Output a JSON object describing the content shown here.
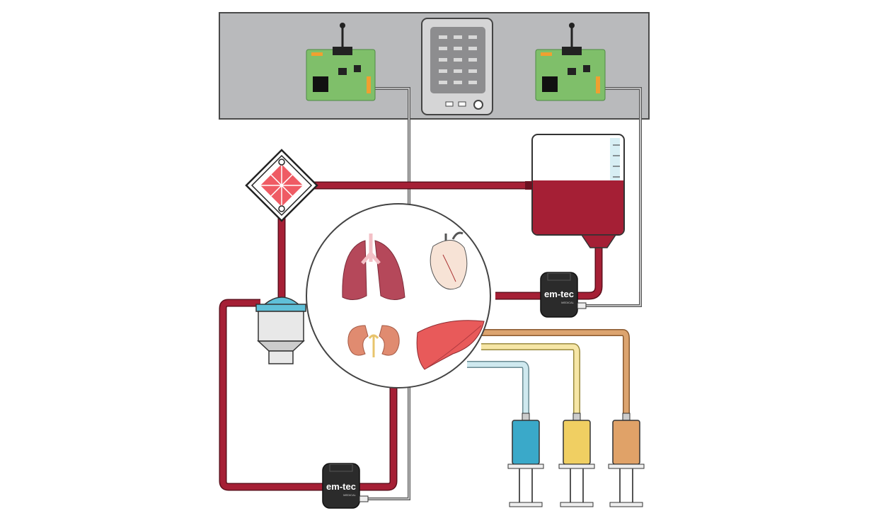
{
  "sensor_brand": "em-tec",
  "sensor_subtitle": "MEDICAL",
  "colors": {
    "blood": "#a51f35",
    "panel": "#b9babc",
    "pcb": "#7fbf6a",
    "fluid_blue": "#3aa9c9",
    "fluid_yellow": "#f0cf62",
    "fluid_orange": "#e0a268",
    "tube_blue": "#cfe9ef",
    "tube_yellow": "#f6e6a6",
    "tube_orange": "#dca46f"
  },
  "icons": [
    "pcb-board",
    "monitor",
    "oxygenator",
    "reservoir",
    "pump",
    "flow-sensor",
    "lungs",
    "heart",
    "kidneys",
    "liver",
    "syringe"
  ]
}
